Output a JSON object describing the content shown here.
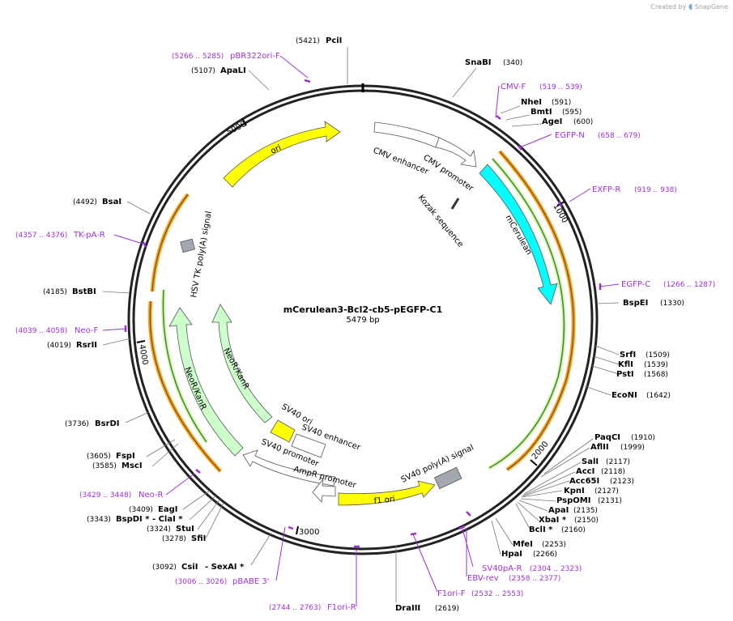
{
  "brand": {
    "created_by": "Created by",
    "app": "SnapGene"
  },
  "plasmid": {
    "name": "mCerulean3-Bcl2-cb5-pEGFP-C1",
    "length_label": "5479 bp",
    "length": 5479
  },
  "ticks": [
    "1000",
    "2000",
    "3000",
    "4000",
    "5000"
  ],
  "colors": {
    "primer": "#9b30d9",
    "site": "#000000",
    "feature_ori": "#ffff00",
    "feature_neo": "#ccffcc",
    "feature_mcer": "#00ffff",
    "orange": "#f5a623",
    "green": "#3a8f1f"
  },
  "sites": [
    {
      "name": "PciI",
      "pos": "(5421)"
    },
    {
      "name": "SnaBI",
      "pos": "(340)"
    },
    {
      "name": "NheI",
      "pos": "(591)"
    },
    {
      "name": "BmtI",
      "pos": "(595)"
    },
    {
      "name": "AgeI",
      "pos": "(600)"
    },
    {
      "name": "BspEI",
      "pos": "(1330)"
    },
    {
      "name": "SrfI",
      "pos": "(1509)"
    },
    {
      "name": "KflI",
      "pos": "(1539)"
    },
    {
      "name": "PstI",
      "pos": "(1568)"
    },
    {
      "name": "EcoNI",
      "pos": "(1642)"
    },
    {
      "name": "PaqCI",
      "pos": "(1910)"
    },
    {
      "name": "AflII",
      "pos": "(1999)"
    },
    {
      "name": "SalI",
      "pos": "(2117)"
    },
    {
      "name": "AccI",
      "pos": "(2118)"
    },
    {
      "name": "Acc65I",
      "pos": "(2123)"
    },
    {
      "name": "KpnI",
      "pos": "(2127)"
    },
    {
      "name": "PspOMI",
      "pos": "(2131)"
    },
    {
      "name": "ApaI",
      "pos": "(2135)"
    },
    {
      "name": "XbaI *",
      "pos": "(2150)"
    },
    {
      "name": "BclI *",
      "pos": "(2160)"
    },
    {
      "name": "MfeI",
      "pos": "(2253)"
    },
    {
      "name": "HpaI",
      "pos": "(2266)"
    },
    {
      "name": "DraIII",
      "pos": "(2619)"
    },
    {
      "name": "CsiI",
      "pos": "(3092)"
    },
    {
      "name": "- SexAI *",
      "pos": ""
    },
    {
      "name": "SfiI",
      "pos": "(3278)"
    },
    {
      "name": "StuI",
      "pos": "(3324)"
    },
    {
      "name": "BspDI * - ClaI *",
      "pos": "(3343)"
    },
    {
      "name": "EagI",
      "pos": "(3409)"
    },
    {
      "name": "MscI",
      "pos": "(3585)"
    },
    {
      "name": "FspI",
      "pos": "(3605)"
    },
    {
      "name": "BsrDI",
      "pos": "(3736)"
    },
    {
      "name": "RsrII",
      "pos": "(4019)"
    },
    {
      "name": "BstBI",
      "pos": "(4185)"
    },
    {
      "name": "BsaI",
      "pos": "(4492)"
    },
    {
      "name": "ApaLI",
      "pos": "(5107)"
    }
  ],
  "primers": [
    {
      "name": "pBR322ori-F",
      "range": "(5266 .. 5285)"
    },
    {
      "name": "CMV-F",
      "range": "(519 .. 539)"
    },
    {
      "name": "EGFP-N",
      "range": "(658 .. 679)"
    },
    {
      "name": "EXFP-R",
      "range": "(919 .. 938)"
    },
    {
      "name": "EGFP-C",
      "range": "(1266 .. 1287)"
    },
    {
      "name": "SV40pA-R",
      "range": "(2304 .. 2323)"
    },
    {
      "name": "EBV-rev",
      "range": "(2358 .. 2377)"
    },
    {
      "name": "F1ori-F",
      "range": "(2532 .. 2553)"
    },
    {
      "name": "F1ori-R",
      "range": "(2744 .. 2763)"
    },
    {
      "name": "pBABE 3'",
      "range": "(3006 .. 3026)"
    },
    {
      "name": "Neo-R",
      "range": "(3429 .. 3448)"
    },
    {
      "name": "Neo-F",
      "range": "(4039 .. 4058)"
    },
    {
      "name": "TK-pA-R",
      "range": "(4357 .. 4376)"
    }
  ],
  "features": {
    "ori": "ori",
    "cmv_enhancer": "CMV enhancer",
    "cmv_promoter": "CMV promoter",
    "kozak": "Kozak sequence",
    "mcerulean": "mCerulean",
    "hsv_tk": "HSV TK poly(A) signal",
    "neo_inner": "NeoR/KanR",
    "neo_outer": "NeoR/KanR",
    "sv40_ori": "SV40 ori",
    "sv40_enhancer": "SV40 enhancer",
    "sv40_promoter": "SV40 promoter",
    "ampr_promoter": "AmpR promoter",
    "f1_ori": "f1 ori",
    "sv40_polya": "SV40 poly(A) signal"
  }
}
